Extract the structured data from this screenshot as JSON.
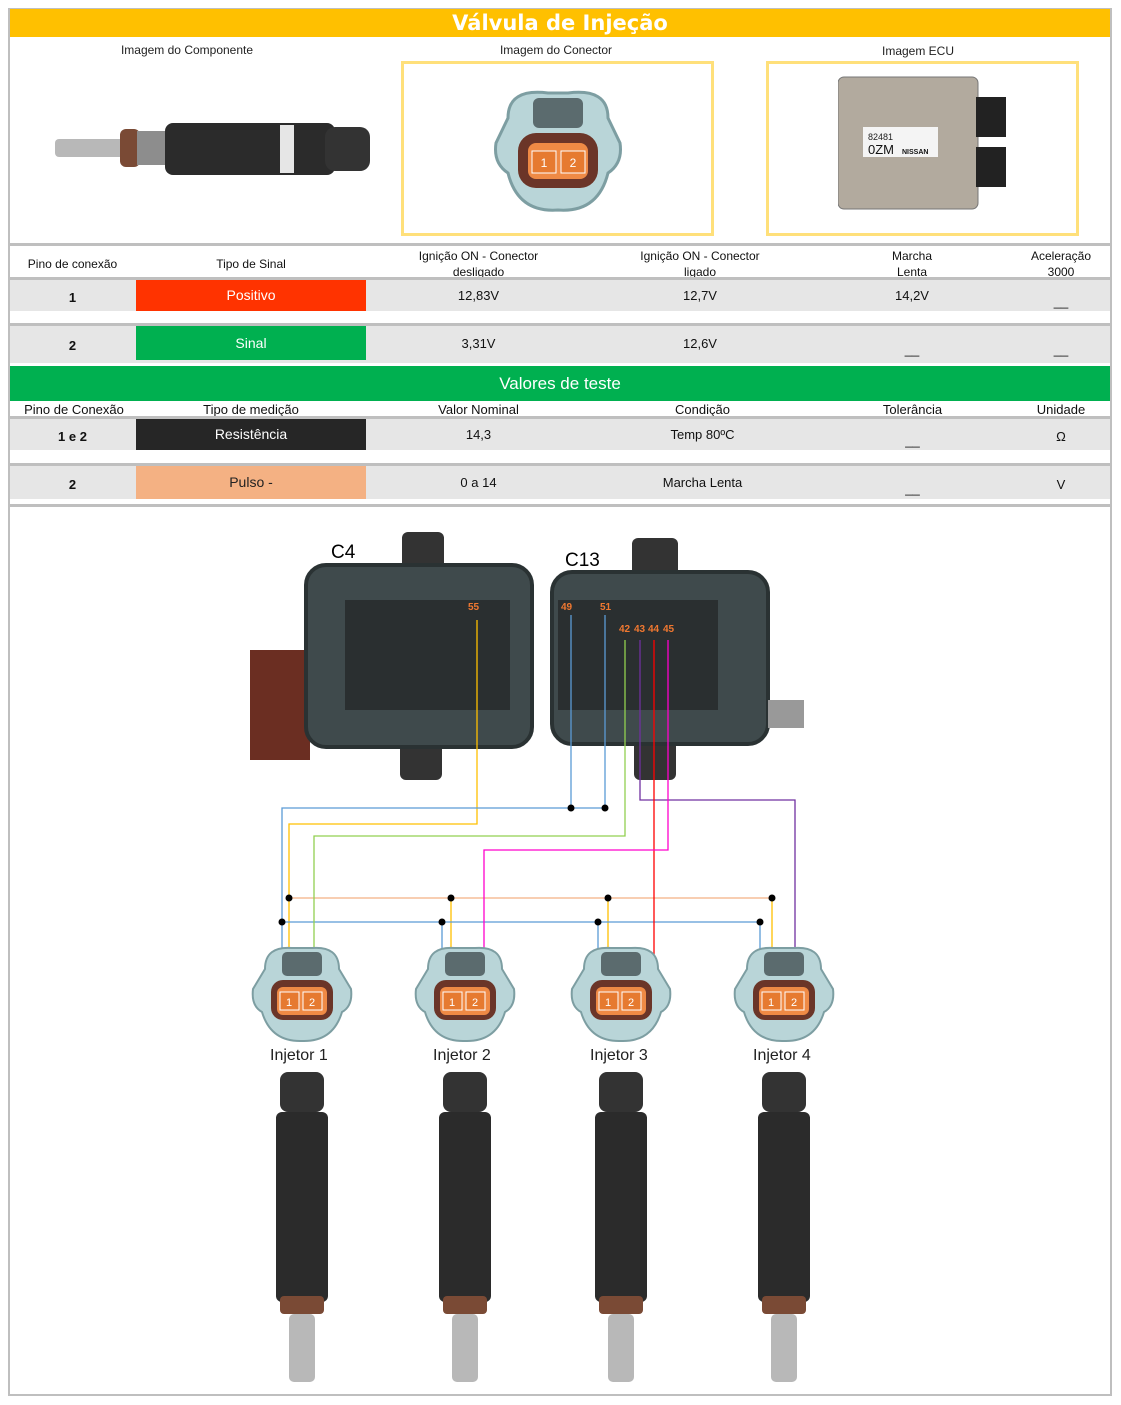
{
  "title": "Válvula de Injeção",
  "images": {
    "component": "Imagem do Componente",
    "connector": "Imagem do Conector",
    "ecu": "Imagem ECU",
    "ecu_label_code": "82481",
    "ecu_label_model": "0ZM",
    "ecu_label_brand": "NISSAN"
  },
  "connector_pins": [
    "1",
    "2"
  ],
  "signal_table": {
    "headers": [
      "Pino de conexão",
      "Tipo de Sinal",
      "Ignição ON - Conector desligado",
      "Ignição ON - Conector ligado",
      "Marcha Lenta",
      "Aceleração 3000"
    ],
    "rows": [
      {
        "pin": "1",
        "type": "Positivo",
        "type_color": "#ff3300",
        "ign_off": "12,83V",
        "ign_on": "12,7V",
        "idle": "14,2V",
        "accel": "__"
      },
      {
        "pin": "2",
        "type": "Sinal",
        "type_color": "#00b050",
        "ign_off": "3,31V",
        "ign_on": "12,6V",
        "idle": "__",
        "accel": "__"
      }
    ]
  },
  "test_title": "Valores de teste",
  "test_table": {
    "headers": [
      "Pino de Conexão",
      "Tipo de medição",
      "Valor Nominal",
      "Condição",
      "Tolerância",
      "Unidade"
    ],
    "rows": [
      {
        "pin": "1 e 2",
        "type": "Resistência",
        "type_color": "#262626",
        "nominal": "14,3",
        "condition": "Temp 80ºC",
        "tolerance": "__",
        "unit": "Ω"
      },
      {
        "pin": "2",
        "type": "Pulso -",
        "type_color": "#f4b183",
        "nominal": "0 a 14",
        "condition": "Marcha Lenta",
        "tolerance": "__",
        "unit": "V"
      }
    ]
  },
  "diagram": {
    "connectors": [
      "C4",
      "C13"
    ],
    "ecu_pins": [
      "55",
      "49",
      "51",
      "42",
      "43",
      "44",
      "45"
    ],
    "injectors": [
      "Injetor 1",
      "Injetor 2",
      "Injetor 3",
      "Injetor 4"
    ]
  }
}
